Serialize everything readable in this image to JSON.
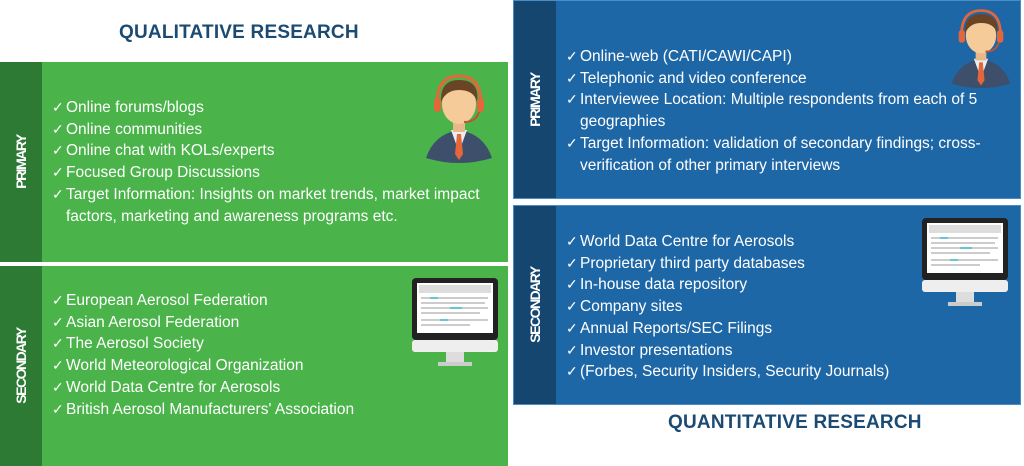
{
  "qualitative": {
    "title": "QUALITATIVE RESEARCH",
    "primary": {
      "label": "PRIMARY",
      "items": [
        "Online forums/blogs",
        "Online communities",
        "Online chat with KOLs/experts",
        "Focused Group Discussions",
        "Target Information: Insights on market trends, market impact factors, marketing and awareness programs etc."
      ]
    },
    "secondary": {
      "label": "SECONDARY",
      "items": [
        "European Aerosol Federation",
        "Asian Aerosol Federation",
        "The Aerosol Society",
        "World Meteorological Organization",
        "World Data Centre for Aerosols",
        "British Aerosol Manufacturers' Association"
      ]
    }
  },
  "quantitative": {
    "title": "QUANTITATIVE RESEARCH",
    "primary": {
      "label": "PRIMARY",
      "items": [
        "Online-web (CATI/CAWI/CAPI)",
        "Telephonic and video conference",
        "Interviewee Location: Multiple respondents from each of 5 geographies",
        "Target Information: validation of secondary findings; cross-verification of other primary interviews"
      ]
    },
    "secondary": {
      "label": "SECONDARY",
      "items": [
        "World Data Centre for Aerosols",
        "Proprietary third party databases",
        "In-house data repository",
        "Company sites",
        "Annual Reports/SEC Filings",
        "Investor presentations",
        "(Forbes, Security Insiders, Security Journals)"
      ]
    }
  },
  "colors": {
    "green": "#4ab34a",
    "green_dark": "#2c7a34",
    "blue": "#1e67a6",
    "blue_dark": "#15466f",
    "title": "#1b4a72"
  }
}
